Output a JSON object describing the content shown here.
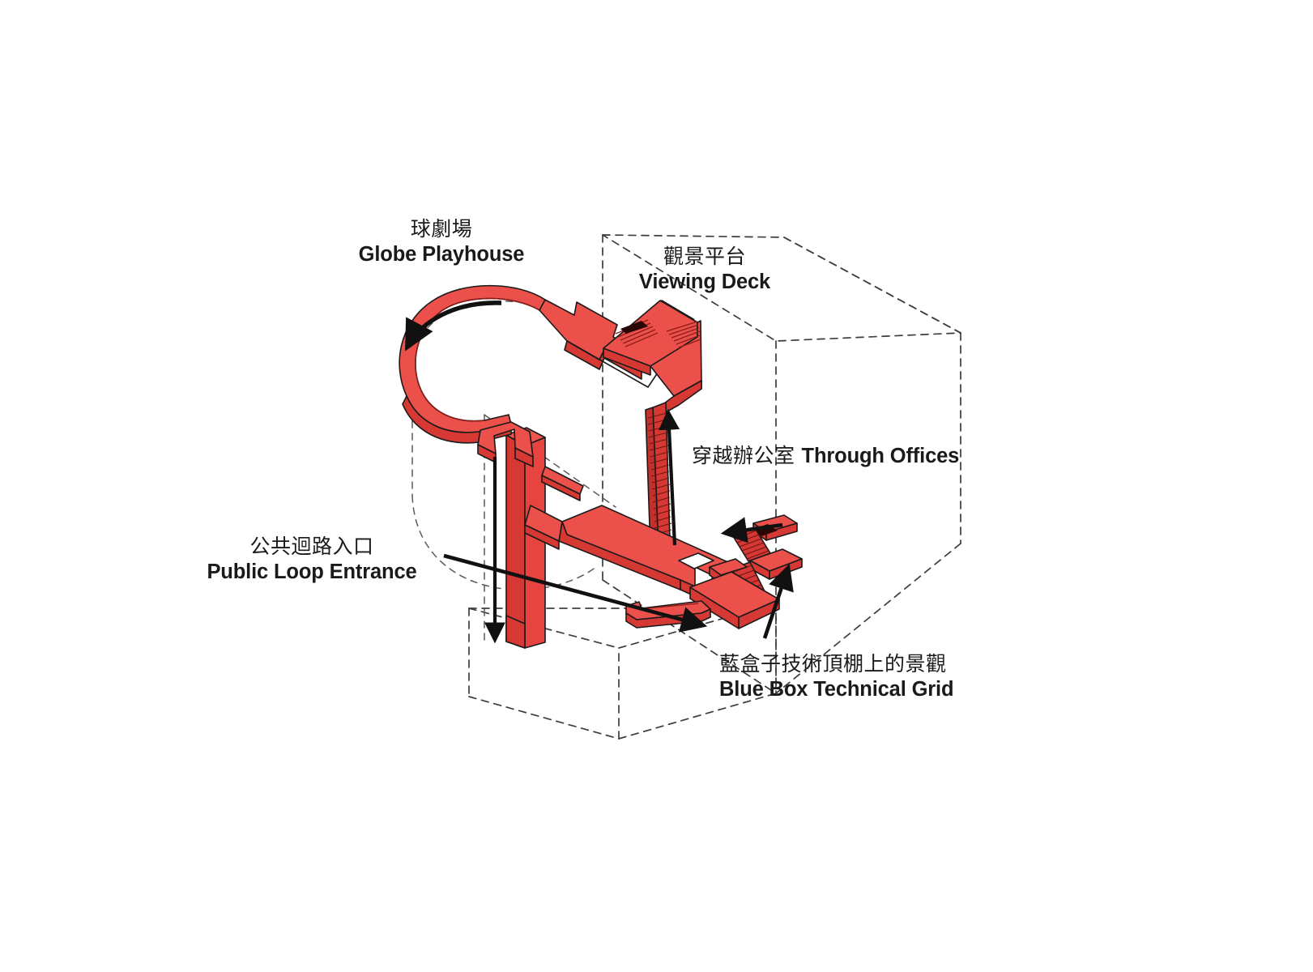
{
  "diagram": {
    "title": "Public Loop Circulation Axonometric",
    "colors": {
      "solid_red": "#E8443F",
      "red_top": "#EC504B",
      "red_side": "#DC3A36",
      "red_dark_edge": "#8E1B18",
      "outline": "#1A1A1A",
      "dashed_guide": "#4A4A4A",
      "background": "#FFFFFF"
    },
    "labels": [
      {
        "id": "globe-playhouse",
        "cn": "球劇場",
        "en": "Globe Playhouse",
        "layout": "stacked"
      },
      {
        "id": "viewing-deck",
        "cn": "觀景平台",
        "en": "Viewing Deck",
        "layout": "stacked"
      },
      {
        "id": "through-offices",
        "cn": "穿越辦公室",
        "en": "Through Offices",
        "layout": "inline"
      },
      {
        "id": "public-loop-entrance",
        "cn": "公共迴路入口",
        "en": "Public Loop Entrance",
        "layout": "stacked"
      },
      {
        "id": "blue-box-technical-grid",
        "cn": "藍盒子技術頂棚上的景觀",
        "en": "Blue Box Technical Grid",
        "layout": "stacked"
      }
    ],
    "annotations": {
      "arrows": [
        {
          "id": "globe-curve-arrow",
          "kind": "curved",
          "direction": "counter-clockwise-down"
        },
        {
          "id": "entrance-down-arrow",
          "kind": "straight",
          "direction": "down"
        },
        {
          "id": "entrance-right-arrow",
          "kind": "straight",
          "direction": "right"
        },
        {
          "id": "offices-up-arrow",
          "kind": "straight",
          "direction": "up"
        },
        {
          "id": "bluebox-up-arrow",
          "kind": "straight",
          "direction": "up-right"
        },
        {
          "id": "bluebox-left-arrow",
          "kind": "straight",
          "direction": "left"
        }
      ],
      "massing": [
        {
          "id": "tower-volume",
          "style": "dashed",
          "shape": "extruded-box"
        },
        {
          "id": "globe-cylinder",
          "style": "dashed",
          "shape": "cylinder"
        },
        {
          "id": "podium-volume",
          "style": "dashed",
          "shape": "box"
        }
      ]
    }
  }
}
